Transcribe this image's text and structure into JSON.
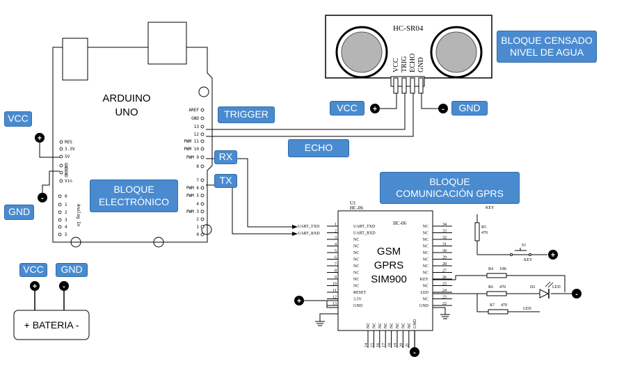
{
  "labels": {
    "vcc_left": "VCC",
    "gnd_left": "GND",
    "trigger": "TRIGGER",
    "echo": "ECHO",
    "rx": "RX",
    "tx": "TX",
    "vcc_top": "VCC",
    "gnd_top": "GND",
    "vcc_battery": "VCC",
    "gnd_battery": "GND",
    "block_sensor_line1": "BLOQUE CENSADO",
    "block_sensor_line2": "NIVEL DE AGUA",
    "block_electronic_line1": "BLOQUE",
    "block_electronic_line2": "ELECTRÓNICO",
    "block_gprs_line1": "BLOQUE",
    "block_gprs_line2": "COMUNICACIÓN GPRS"
  },
  "arduino": {
    "name_line1": "ARDUINO",
    "name_line2": "UNO",
    "right_pins": [
      "AREF",
      "GND",
      "13",
      "12",
      "PWM 11",
      "PWM 10",
      "PWM 9",
      "8",
      "7",
      "PWM 6",
      "PWM 5",
      "4",
      "PWM 3",
      "2",
      "1",
      "0"
    ],
    "left_pins": [
      "RES",
      "3.3V",
      "5V",
      "GND",
      "GND",
      "Vin"
    ],
    "analog_label": "Analog In",
    "analog_pins": [
      "0",
      "1",
      "2",
      "3",
      "4",
      "5"
    ]
  },
  "sensor": {
    "model": "HC-SR04",
    "pins": [
      "VCC",
      "TRIG",
      "ECHO",
      "GND"
    ]
  },
  "battery": {
    "label": "+ BATERIA -"
  },
  "gsm": {
    "ref": "U1",
    "ref_sub": "HC-06",
    "chip_title": "HC-06",
    "name_line1": "GSM",
    "name_line2": "GPRS",
    "name_line3": "SIM900",
    "left_pins": [
      {
        "num": "1",
        "name": "UART_TXD"
      },
      {
        "num": "2",
        "name": "UART_RXD"
      },
      {
        "num": "3",
        "name": "NC"
      },
      {
        "num": "4",
        "name": "NC"
      },
      {
        "num": "5",
        "name": "NC"
      },
      {
        "num": "6",
        "name": "NC"
      },
      {
        "num": "7",
        "name": "NC"
      },
      {
        "num": "8",
        "name": "NC"
      },
      {
        "num": "9",
        "name": "NC"
      },
      {
        "num": "10",
        "name": "NC"
      },
      {
        "num": "11",
        "name": "RESET"
      },
      {
        "num": "12",
        "name": "3.3V"
      },
      {
        "num": "13",
        "name": "GND"
      }
    ],
    "right_pins": [
      {
        "num": "34",
        "name": "NC"
      },
      {
        "num": "33",
        "name": "NC"
      },
      {
        "num": "32",
        "name": "NC"
      },
      {
        "num": "31",
        "name": "NC"
      },
      {
        "num": "30",
        "name": "NC"
      },
      {
        "num": "29",
        "name": "NC"
      },
      {
        "num": "28",
        "name": "NC"
      },
      {
        "num": "27",
        "name": "NC"
      },
      {
        "num": "26",
        "name": "KEY"
      },
      {
        "num": "25",
        "name": "NC"
      },
      {
        "num": "24",
        "name": "LED"
      },
      {
        "num": "23",
        "name": "NC"
      },
      {
        "num": "22",
        "name": "GND"
      }
    ],
    "left_ext_labels": [
      "UART_TXD",
      "UART_RXD"
    ],
    "bottom_pin_names": [
      "NC",
      "NC",
      "NC",
      "NC",
      "NC",
      "NC",
      "NC",
      "NC",
      "GND"
    ],
    "bottom_pin_nums": [
      "14",
      "15",
      "16",
      "17",
      "18",
      "19",
      "20",
      "21"
    ]
  },
  "periph": {
    "r5": "R5",
    "r5_val": "470",
    "key_net": "KEY",
    "s1": "S1",
    "s1_net": "KEY",
    "r4": "R4",
    "r4_val": "10K",
    "r6": "R6",
    "r6_val": "470",
    "d2": "D2",
    "d2_net": "LED",
    "r7": "R7",
    "r7_val": "470",
    "r7_net": "LED"
  },
  "symbols": {
    "plus": "+",
    "minus": "-"
  }
}
